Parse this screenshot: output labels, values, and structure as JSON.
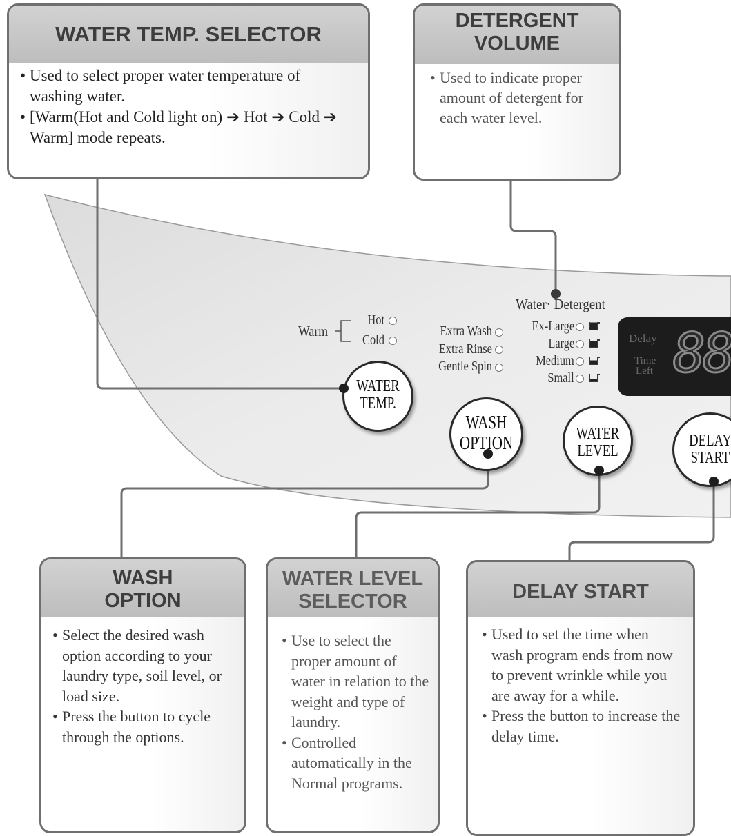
{
  "callouts": {
    "water_temp": {
      "title": "WATER TEMP. SELECTOR",
      "bullets": [
        "Used to select proper water temperature of washing water.",
        "[Warm(Hot and Cold light on) ➔ Hot ➔ Cold ➔ Warm] mode repeats."
      ]
    },
    "detergent": {
      "title_line1": "DETERGENT",
      "title_line2": "VOLUME",
      "bullets": [
        "Used to indicate proper amount of detergent for each water level."
      ]
    },
    "wash_option": {
      "title_line1": "WASH",
      "title_line2": "OPTION",
      "bullets": [
        "Select the desired wash option according to your laundry type, soil level, or load size.",
        "Press the button to cycle through the options."
      ]
    },
    "water_level": {
      "title_line1": "WATER LEVEL",
      "title_line2": "SELECTOR",
      "bullets": [
        "Use to select the proper amount of water in relation to the weight and type of laundry.",
        "Controlled automatically in the Normal programs."
      ]
    },
    "delay_start": {
      "title": "DELAY START",
      "bullets": [
        "Used to set the time when wash program ends from now to prevent wrinkle while you are away for a while.",
        "Press the button to increase the delay time."
      ]
    }
  },
  "panel": {
    "temp": {
      "warm": "Warm",
      "hot": "Hot",
      "cold": "Cold"
    },
    "wash_options": [
      "Extra Wash",
      "Extra Rinse",
      "Gentle Spin"
    ],
    "water_detergent_header": {
      "water": "Water",
      "detergent": "Detergent"
    },
    "water_levels": [
      "Ex-Large",
      "Large",
      "Medium",
      "Small"
    ],
    "display": {
      "delay": "Delay",
      "time_left_1": "Time",
      "time_left_2": "Left",
      "digits": "88"
    },
    "buttons": {
      "water_temp": [
        "WATER",
        "TEMP."
      ],
      "wash_option": [
        "WASH",
        "OPTION"
      ],
      "water_level": [
        "WATER",
        "LEVEL"
      ],
      "delay_start": [
        "DELAY",
        "START"
      ]
    }
  },
  "colors": {
    "panel_fill": "#eaeaea",
    "callout_header": "#c8c8c8",
    "callout_border": "#6f6f6f",
    "leader_line": "#6e6e6e",
    "display_bg": "#1c1c1c"
  }
}
